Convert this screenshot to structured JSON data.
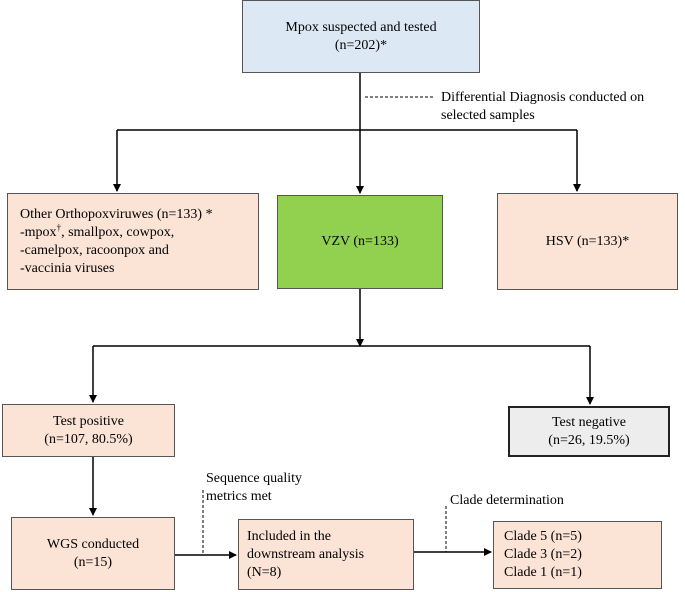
{
  "top_box": {
    "line1": "Mpox suspected and tested",
    "line2": "(n=202)*"
  },
  "differential_note": {
    "line1": "Differential Diagnosis conducted on",
    "line2": "selected samples"
  },
  "orthopox_box": {
    "line1": "Other Orthopoxviruwes (n=133) *",
    "line2_prefix": "-mpox",
    "line2_sup": "†",
    "line2_suffix": ", smallpox, cowpox,",
    "line3": "-camelpox, racoonpox and",
    "line4": "-vaccinia viruses"
  },
  "vzv_box": {
    "label": "VZV (n=133)"
  },
  "hsv_box": {
    "label": "HSV (n=133)*"
  },
  "test_positive_box": {
    "line1": "Test positive",
    "line2": "(n=107, 80.5%)"
  },
  "test_negative_box": {
    "line1": "Test negative",
    "line2": "(n=26, 19.5%)"
  },
  "sequence_note": {
    "line1": "Sequence quality",
    "line2": "metrics met"
  },
  "clade_note": {
    "label": "Clade determination"
  },
  "wgs_box": {
    "line1": "WGS conducted",
    "line2": "(n=15)"
  },
  "downstream_box": {
    "line1": "Included in the",
    "line2": "downstream analysis",
    "line3": "(N=8)"
  },
  "clade_box": {
    "line1": "Clade 5 (n=5)",
    "line2": "Clade 3 (n=2)",
    "line3": "Clade 1 (n=1)"
  },
  "colors": {
    "peach": "#fbe3d6",
    "blue": "#dce9f5",
    "green": "#92d050",
    "grey": "#ededed"
  }
}
